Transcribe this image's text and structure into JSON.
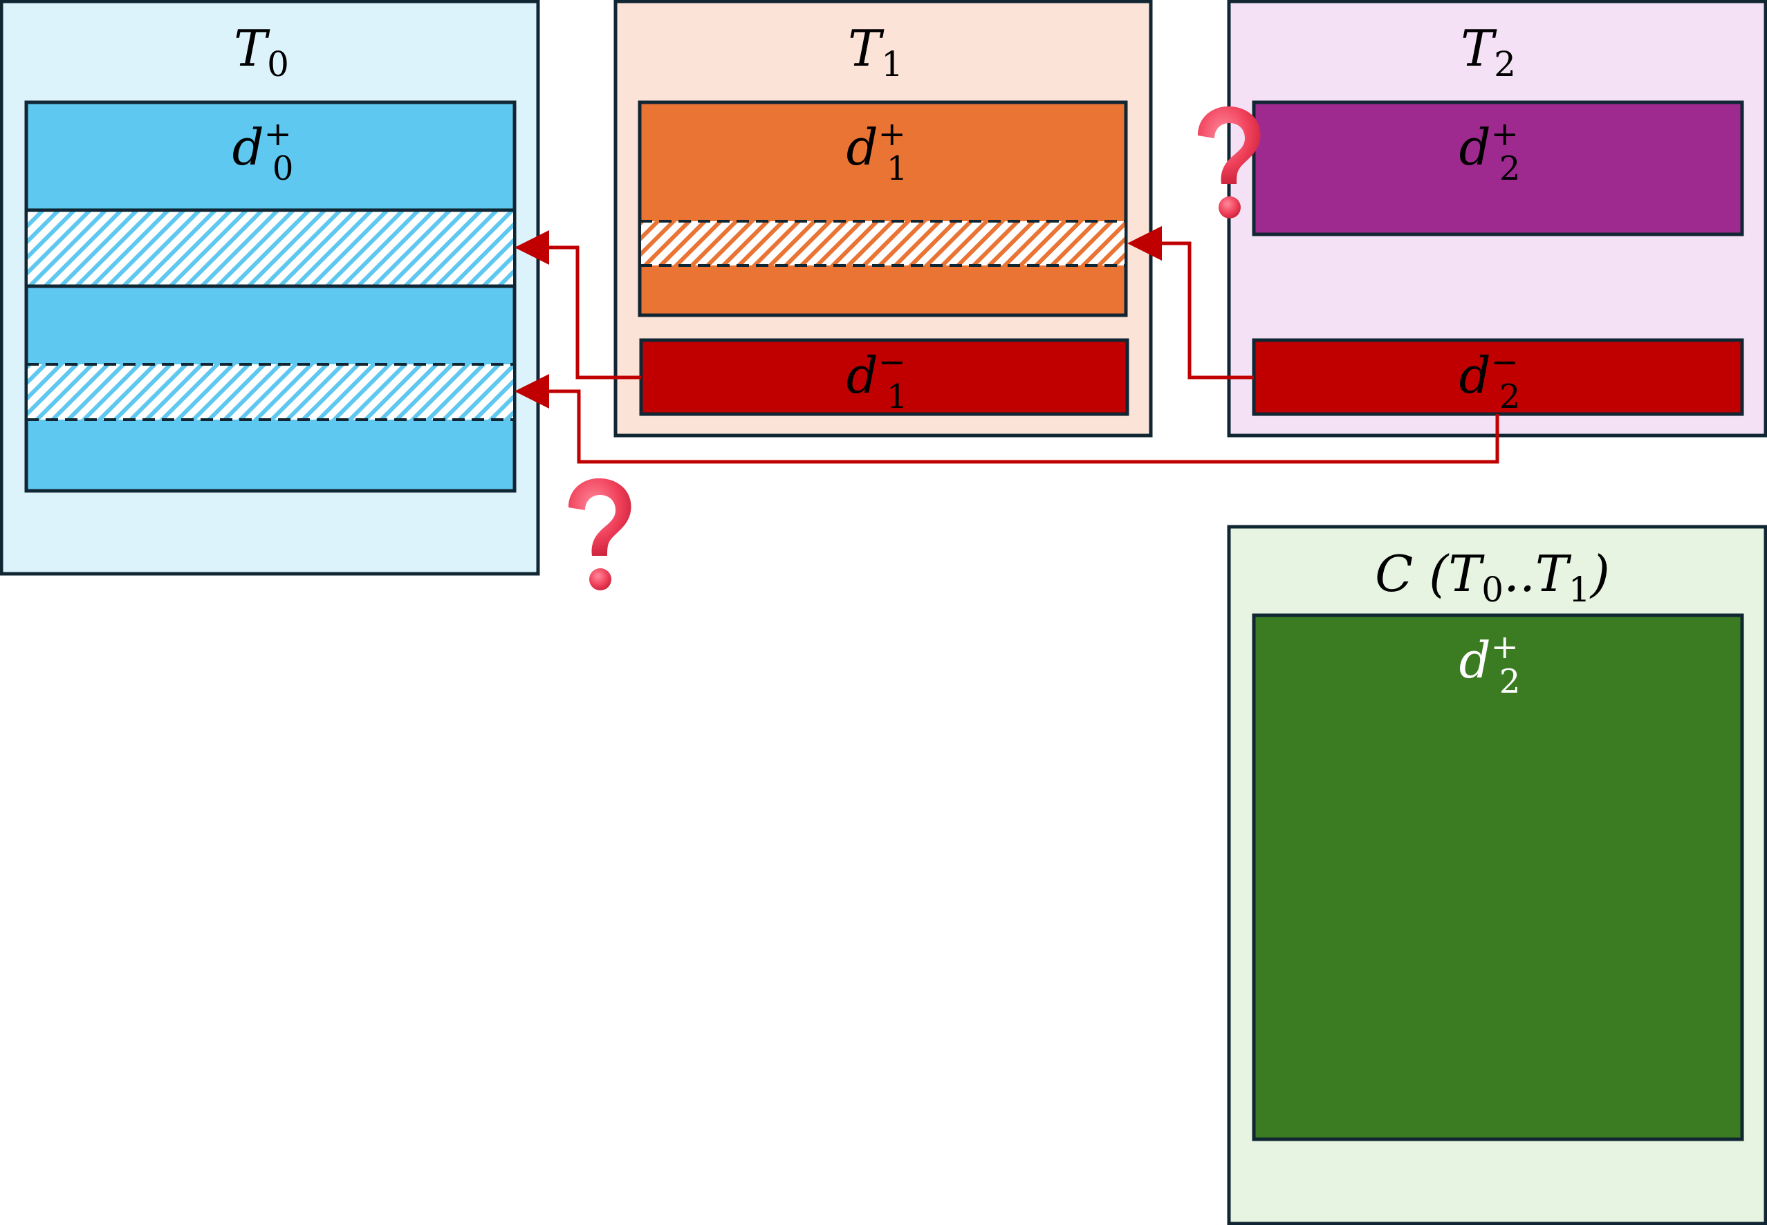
{
  "panels": {
    "t0": {
      "label": "T",
      "sub": "0",
      "bg": "#ddf3fb",
      "block_color": "#5fc8f1",
      "hatch_color": "#5fc8f1",
      "block_label": {
        "base": "d",
        "sub": "0",
        "sup": "+"
      }
    },
    "t1": {
      "label": "T",
      "sub": "1",
      "bg": "#fce3d8",
      "block_color": "#e97434",
      "hatch_color": "#e97434",
      "block_label": {
        "base": "d",
        "sub": "1",
        "sup": "+"
      },
      "neg_label": {
        "base": "d",
        "sub": "1",
        "sup": "−"
      }
    },
    "t2": {
      "label": "T",
      "sub": "2",
      "bg": "#f4e1f5",
      "block_color": "#9e2a8f",
      "block_label": {
        "base": "d",
        "sub": "2",
        "sup": "+"
      },
      "neg_label": {
        "base": "d",
        "sub": "2",
        "sup": "−"
      }
    },
    "c": {
      "label_prefix": "C (",
      "label_t0": "T",
      "label_sub0": "0",
      "label_dots": "..",
      "label_t1": "T",
      "label_sub1": "1",
      "label_suffix": ")",
      "bg": "#e6f4e1",
      "block_color": "#3b7b22",
      "block_label": {
        "base": "d",
        "sub": "2",
        "sup": "+"
      }
    }
  },
  "colors": {
    "border": "#112633",
    "neg": "#c00000",
    "arrow": "#c00000",
    "question": "#f0405a"
  },
  "icons": {
    "question": "question-mark-icon"
  }
}
